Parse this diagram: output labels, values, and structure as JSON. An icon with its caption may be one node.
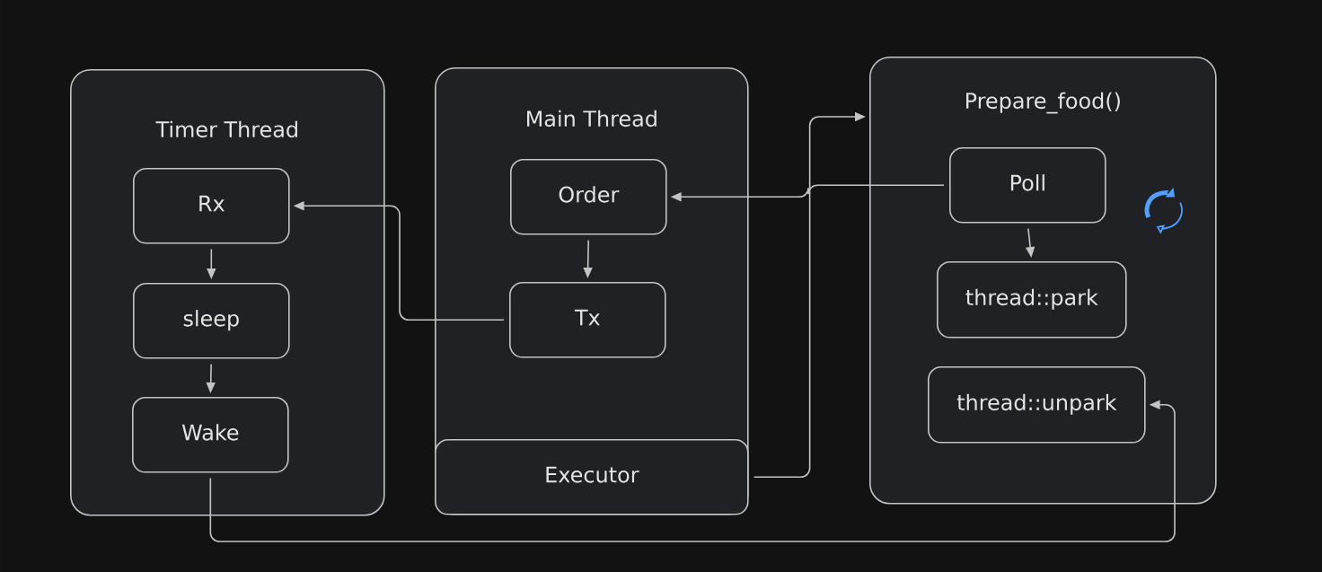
{
  "diagram": {
    "nodes": [
      {
        "text": [
          "Timer Thread"
        ]
      },
      {
        "text": [
          "Rx"
        ],
        "in": 0
      },
      {
        "text": [
          "sleep"
        ],
        "in": 0
      },
      {
        "text": [
          "Wake"
        ],
        "in": 0
      },
      {
        "text": [
          "Main Thread"
        ]
      },
      {
        "text": [
          "Order"
        ],
        "in": 4
      },
      {
        "text": [
          "Tx"
        ],
        "in": 4
      },
      {
        "text": [
          "Executor"
        ],
        "in": 4
      },
      {
        "text": [
          "Prepare_food()"
        ]
      },
      {
        "text": [
          "Poll"
        ],
        "in": 8
      },
      {
        "text": [
          "thread::park"
        ],
        "in": 8
      },
      {
        "text": [
          "thread::unpark"
        ],
        "in": 8
      }
    ],
    "edges": [
      {
        "from": 1,
        "to": 2,
        "arrow": "to"
      },
      {
        "from": 2,
        "to": 3,
        "arrow": "to"
      },
      {
        "from": 6,
        "to": 1,
        "arrow": "to"
      },
      {
        "from": 5,
        "to": 6,
        "arrow": "to"
      },
      {
        "from": 9,
        "to": 5,
        "arrow": "to"
      },
      {
        "from": 7,
        "to": 8,
        "arrow": "to"
      },
      {
        "from": 9,
        "to": 10,
        "arrow": "to"
      },
      {
        "from": 3,
        "to": 11,
        "arrow": "to"
      }
    ]
  }
}
